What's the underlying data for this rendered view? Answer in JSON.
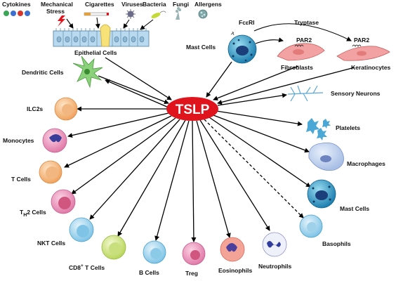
{
  "center": {
    "label": "TSLP",
    "color": "#e0141c"
  },
  "top_stimuli": [
    {
      "label": "Cytokines",
      "icon": "cytokine-beads"
    },
    {
      "label": "Mechanical",
      "icon": "lightning"
    },
    {
      "label": "Stress"
    },
    {
      "label": "Cigarettes",
      "icon": "cigarette"
    },
    {
      "label": "Viruses",
      "icon": "virus"
    },
    {
      "label": "Bacteria",
      "icon": "bacterium"
    },
    {
      "label": "Fungi",
      "icon": "fungus"
    },
    {
      "label": "Allergens",
      "icon": "allergen"
    }
  ],
  "sources": {
    "epithelial": "Epithelial  Cells",
    "mast_top": "Mast  Cells",
    "fceri": "FcεRI",
    "tryptase": "Tryptase",
    "par2_a": "PAR2",
    "par2_b": "PAR2",
    "fibroblasts": "Fibroblasts",
    "keratinocytes": "Keratinocytes"
  },
  "targets": {
    "dendritic": "Dendritic  Cells",
    "ilc2": "ILC2s",
    "monocytes": "Monocytes",
    "t_cells": "T  Cells",
    "th2_prefix": "T",
    "th2_sub": "H",
    "th2_suffix": "2  Cells",
    "nkt": "NKT  Cells",
    "cd8_prefix": "CD8",
    "cd8_sup": "+",
    "cd8_suffix": " T  Cells",
    "b_cells": "B  Cells",
    "treg": "Treg",
    "eosinophils": "Eosinophils",
    "neutrophils": "Neutrophils",
    "basophils": "Basophils",
    "mast_bottom": "Mast  Cells",
    "macrophages": "Macrophages",
    "platelets": "Platelets",
    "sensory": "Sensory  Neurons"
  }
}
